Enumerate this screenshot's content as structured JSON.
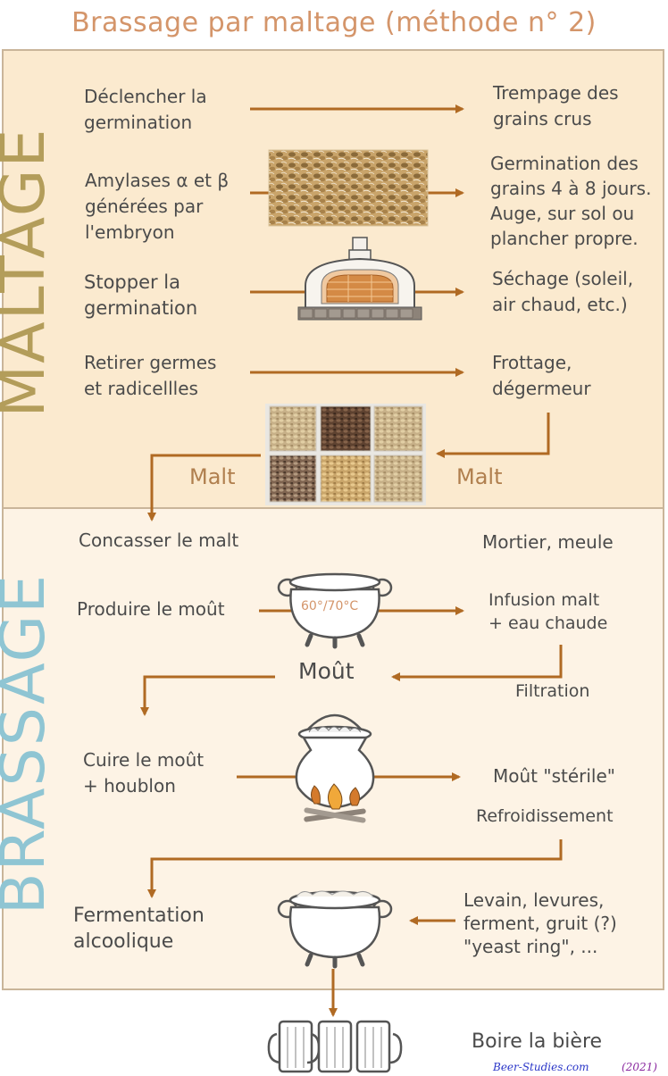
{
  "title": "Brassage par maltage (méthode n° 2)",
  "maltage": {
    "label": "MALTAGE",
    "steps": [
      {
        "action": [
          "Déclencher la",
          "germination"
        ],
        "result": [
          "Trempage des",
          "grains crus"
        ]
      },
      {
        "action": [
          "Amylases α et β",
          "générées par",
          "l'embryon"
        ],
        "result": [
          "Germination des",
          "grains 4 à  8 jours.",
          "Auge, sur sol ou",
          "plancher propre."
        ]
      },
      {
        "action": [
          "Stopper la",
          "germination"
        ],
        "result": [
          "Séchage (soleil,",
          "air chaud, etc.)"
        ]
      },
      {
        "action": [
          "Retirer germes",
          "et radicellles"
        ],
        "result": [
          "Frottage,",
          "dégermeur"
        ]
      }
    ],
    "malt_left": "Malt",
    "malt_right": "Malt"
  },
  "brassage": {
    "label": "BRASSAGE",
    "crush": {
      "action": "Concasser le malt",
      "tool": "Mortier, meule"
    },
    "wort": {
      "action": "Produire le moût",
      "temp": "60°/70°C",
      "result": [
        "Infusion malt",
        "+ eau chaude"
      ]
    },
    "wort_label": "Moût",
    "filtration": "Filtration",
    "boil": {
      "action": [
        "Cuire le moût",
        "+ houblon"
      ],
      "result": "Moût \"stérile\""
    },
    "cooling": "Refroidissement",
    "ferment": {
      "action": [
        "Fermentation",
        "alcoolique"
      ],
      "agents": [
        "Levain, levures,",
        "ferment, gruit (?)",
        "\"yeast ring\", ..."
      ]
    }
  },
  "final": "Boire la bière",
  "signature": {
    "site": "Beer-Studies.com",
    "year": "(2021)"
  },
  "colors": {
    "arrow": "#b06a23",
    "title": "#d4956a",
    "maltage_bg": "#fbeacf",
    "brassage_bg": "#fdf3e5"
  }
}
